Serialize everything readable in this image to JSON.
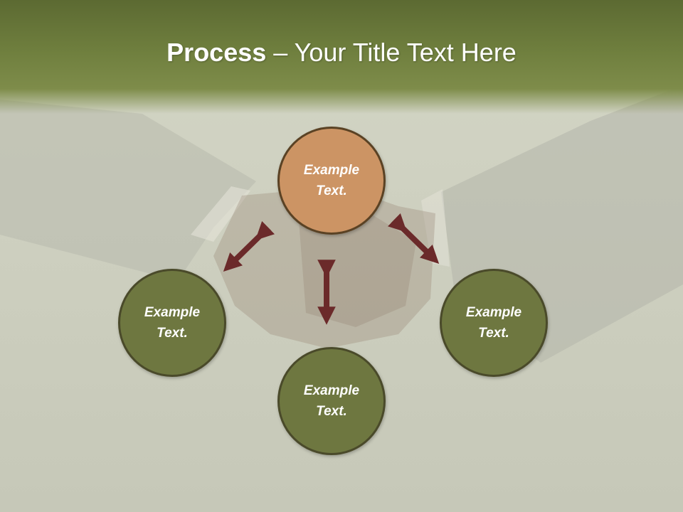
{
  "slide": {
    "title_bold": "Process",
    "title_rest": " – Your Title Text Here"
  },
  "nodes": [
    {
      "id": "top",
      "label": "Example Text.",
      "color": "#cc9464"
    },
    {
      "id": "left",
      "label": "Example Text.",
      "color": "#6e7740"
    },
    {
      "id": "right",
      "label": "Example Text.",
      "color": "#6e7740"
    },
    {
      "id": "bottom",
      "label": "Example Text.",
      "color": "#6e7740"
    }
  ],
  "colors": {
    "header": "#6f7f3e",
    "arrow": "#6b2a2a",
    "node_border": "#4a4a2a"
  }
}
